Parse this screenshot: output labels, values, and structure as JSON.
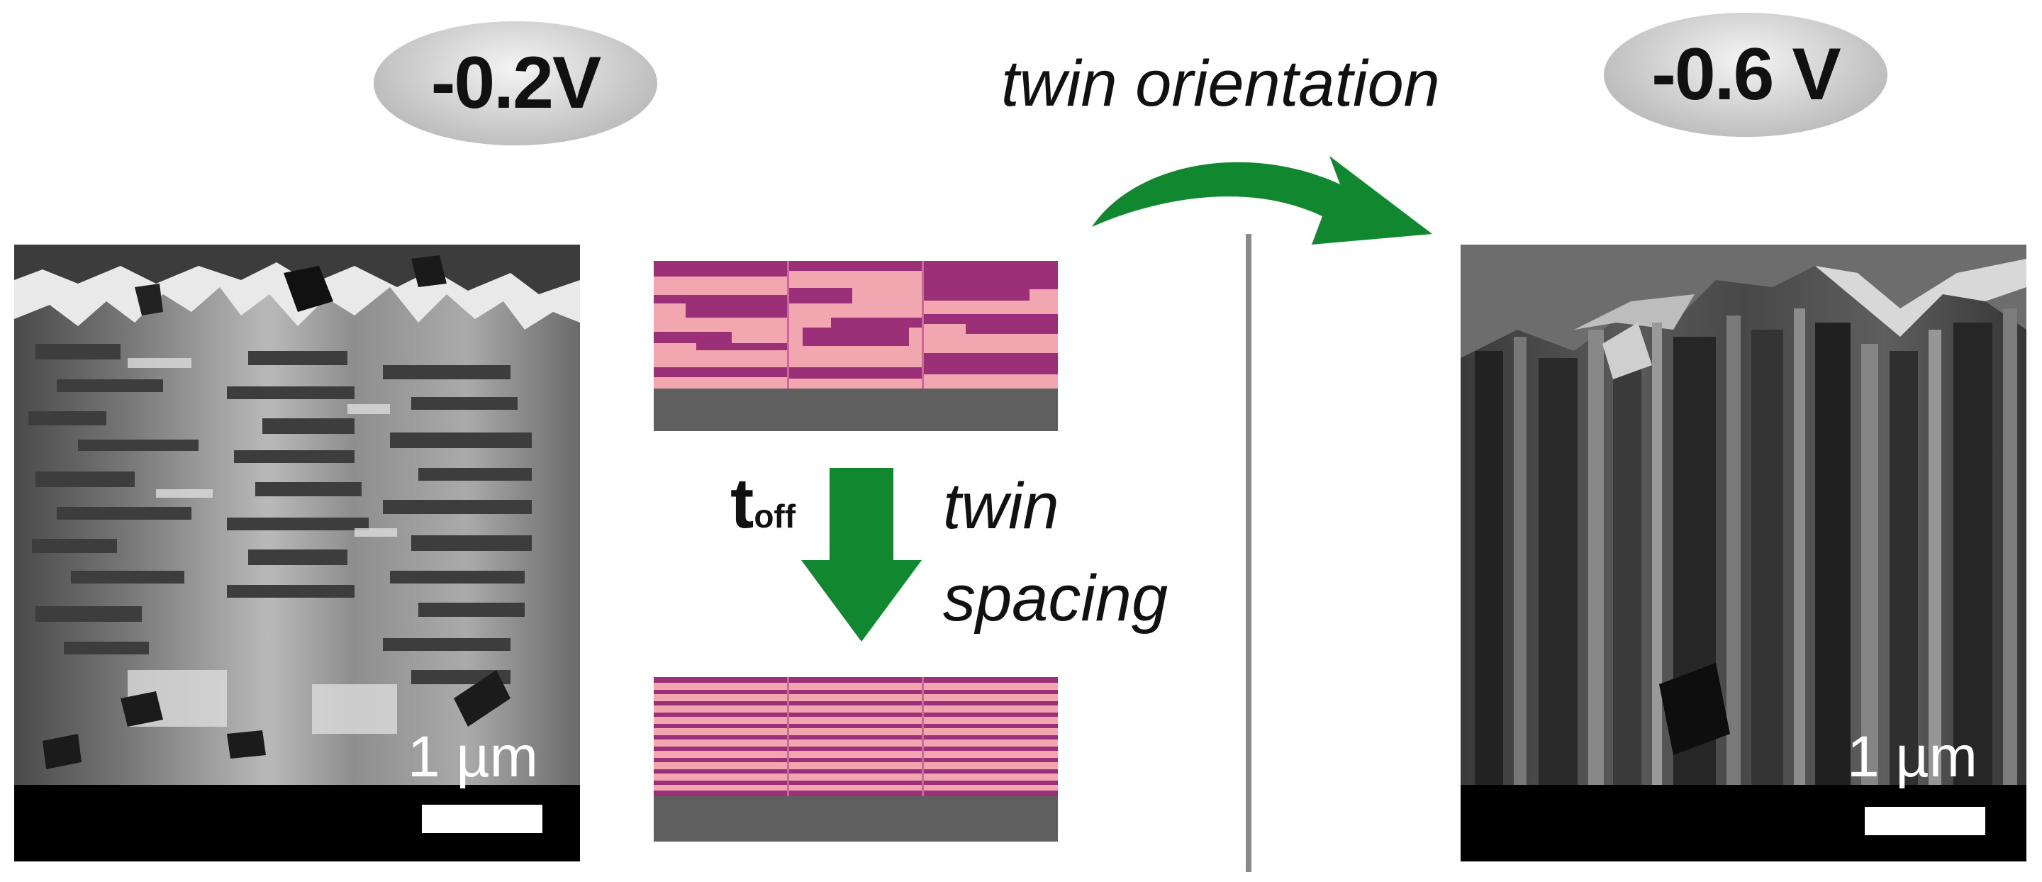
{
  "labels": {
    "voltage_left": "-0.2V",
    "voltage_right": "-0.6 V",
    "twin_orientation": "twin orientation",
    "toff_main": "t",
    "toff_sub": "off",
    "twin_spacing_line1": "twin",
    "twin_spacing_line2": "spacing"
  },
  "scale": {
    "left": "1 µm",
    "right": "1 µm"
  },
  "colors": {
    "twin_dark": "#9b2f78",
    "twin_light": "#f2a6b0",
    "substrate": "#5f5f5f",
    "arrow_green": "#11882f",
    "divider": "#8a8a8a"
  },
  "icons": {
    "orientation_arrow": "curved-arrow-icon",
    "spacing_arrow": "down-arrow-icon"
  }
}
